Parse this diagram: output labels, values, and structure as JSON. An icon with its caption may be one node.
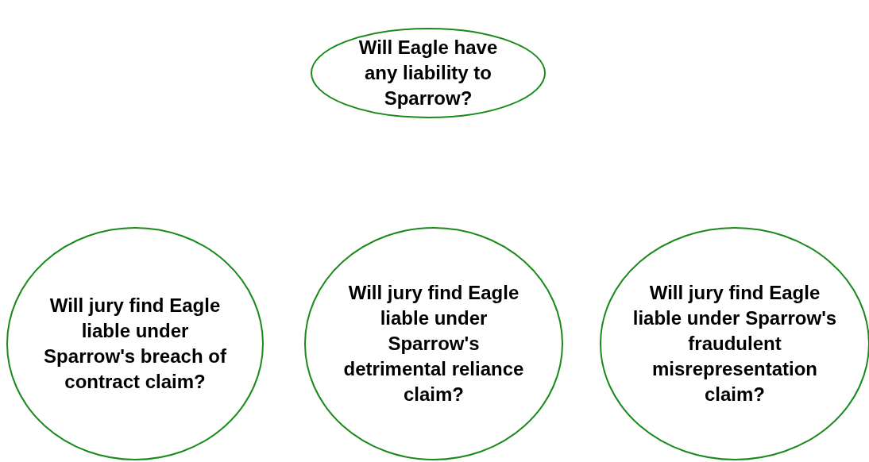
{
  "diagram": {
    "nodes": [
      {
        "text": [
          "Will Eagle have any liability to Sparrow?"
        ]
      },
      {
        "text": [
          "Will jury find Eagle liable under Sparrow's breach of contract claim?"
        ]
      },
      {
        "text": [
          "Will jury find Eagle liable under Sparrow's detrimental reliance claim?"
        ]
      },
      {
        "text": [
          "Will jury find Eagle liable under Sparrow's fraudulent misrepresentation claim?"
        ]
      }
    ]
  }
}
